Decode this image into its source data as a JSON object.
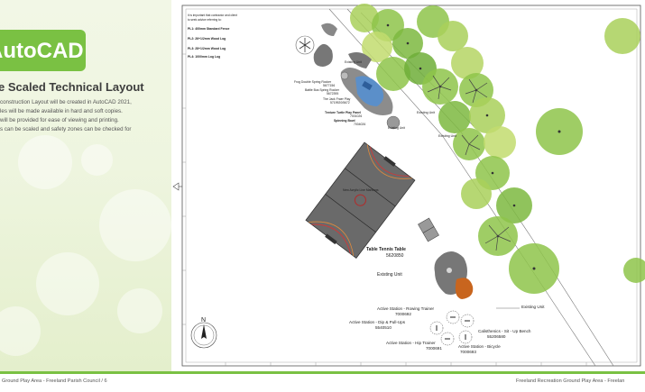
{
  "left_panel": {
    "badge_text": "AutoCAD",
    "heading": "Scaled Technical Layout",
    "body_lines": [
      "construction Layout will be created in AutoCAD 2021,",
      "les will be made available in hard and soft copies.",
      "will be provided for ease of viewing and printing.",
      "s can be scaled and safety zones can be checked for"
    ]
  },
  "plan": {
    "notes": [
      "It is important that contractor and client",
      "to seek advice referring to:",
      "PL1: 400mm Standard Fence",
      "PL2: 26+1/2mm Wood Log",
      "PL3: 28+1/2mm Wood Log",
      "PL4: 1000mm Log Log"
    ],
    "equipment_labels": [
      "Frog Double Spring Rocker",
      "Battle Bus Spring Rocker",
      "The Jack Fraer Play",
      "Texture Turtle Play Panel",
      "Spinning Bowl",
      "Existing Unit",
      "Existing Unit",
      "Existing Unit",
      "Existing Unit",
      "New Acrylic Line Markings"
    ],
    "equipment_codes": [
      "5677156",
      "5672395",
      "5719920/5672",
      "7001026",
      "7004026"
    ],
    "table_tennis": {
      "label": "Table Tennis Table",
      "code": "5620850"
    },
    "existing_unit_mid": "Existing Unit",
    "existing_unit_right": "Existing Unit",
    "stations": [
      {
        "label": "Active Station - Rowing Trainer",
        "code": "7000692"
      },
      {
        "label": "Active Station - Dip & Pull-Ups",
        "code": "5540510"
      },
      {
        "label": "Calisthenics - Sit - Up Bench",
        "code": "55206580"
      },
      {
        "label": "Active Station - Hip Trainer",
        "code": "7000691"
      },
      {
        "label": "Active Station - Bicycle",
        "code": "7000693"
      }
    ],
    "north_label": "N"
  },
  "footer": {
    "left": "Ground Play Area - Freeland Parish Council  /  6",
    "right": "Freeland Recreation Ground Play Area - Freelan"
  },
  "colors": {
    "accent_green": "#7ac143",
    "tree_green": "#8ec44a",
    "court_gray": "#666666",
    "play_blue": "#5b8fc9",
    "bark_orange": "#c8651e"
  }
}
